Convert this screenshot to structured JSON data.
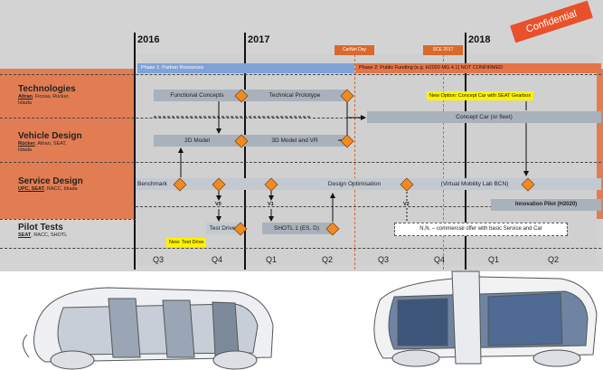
{
  "confidential": "Confidential",
  "years": [
    "2016",
    "2017",
    "2018"
  ],
  "quarters": [
    "Q3",
    "Q4",
    "Q1",
    "Q2",
    "Q3",
    "Q4",
    "Q1",
    "Q2"
  ],
  "milestones": {
    "carnet_day": "CarNet Day",
    "sce_2017": "SCE 2017"
  },
  "phases": {
    "phase1": "Phase 1: Partner Resources",
    "phase2": "Phase 2: Public Funding (e.g. H2020 MG 4.1) NOT CONFIRMED"
  },
  "rows": {
    "technologies": {
      "title": "Technologies",
      "partners_lead": "Altran",
      "partners_rest": ", Ficosa, Rücker,",
      "partners_line2": "Idiada"
    },
    "vehicle_design": {
      "title": "Vehicle Design",
      "partners_lead": "Rücker",
      "partners_rest": ", Altran, SEAT,",
      "partners_line2": "Idiada"
    },
    "service_design": {
      "title": "Service Design",
      "partners_lead": "UPC, SEAT",
      "partners_rest": ", RACC, Idiada",
      "partners_line2": ""
    },
    "pilot_tests": {
      "title": "Pilot Tests",
      "partners_lead": "SEAT",
      "partners_rest": ", RACC, SHOTL",
      "partners_line2": ""
    }
  },
  "tasks": {
    "functional_concepts": "Functional Concepts",
    "technical_prototype": "Technical Prototype",
    "concept_car": "Concept Car (or fleet)",
    "model_2d": "2D Model",
    "model_3d": "3D Model and VR",
    "benchmark": "Benchmark",
    "design_optimisation": "Design Optimisation",
    "virtual_mobility_lab": "(Virtual Mobility Lab BCN)",
    "innovation_pilot": "Innovation Pilot (H2020)",
    "test_drive": "Test Drive",
    "shotl": "SHOTL 1 (ES, D)",
    "commercial_offer": "N.N. – commercial offer with basic Service and Car"
  },
  "versions": {
    "v0": "V0",
    "v1": "V1",
    "v2": "V2"
  },
  "notes": {
    "new_option": "New Option: Concept Car with SEAT Gearbox",
    "new_test_drive": "New: Test Drive"
  },
  "colors": {
    "band": "#e37548",
    "phase1": "#7fa2d7",
    "phase2": "#e37548",
    "task_bar": "#a9b1bb",
    "diamond": "#f08a23",
    "milestone": "#d86a2c",
    "note": "#fff200"
  }
}
